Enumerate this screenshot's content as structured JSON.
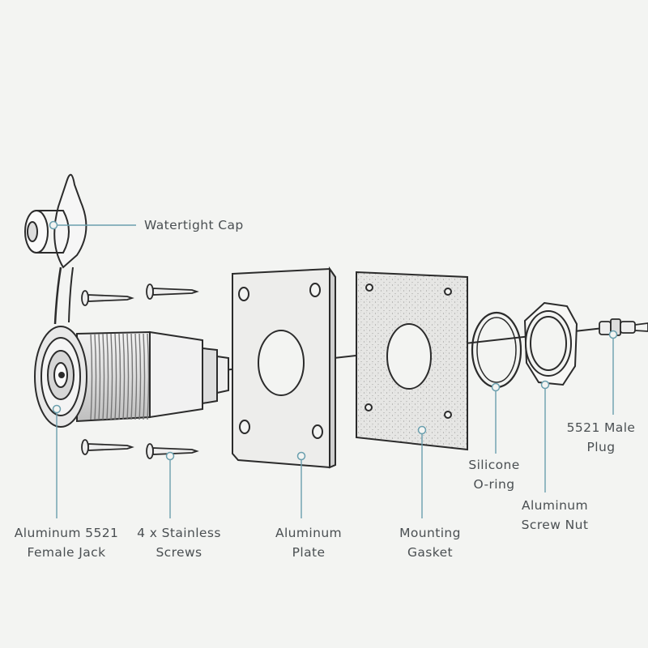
{
  "colors": {
    "line": "#2b2b2b",
    "leader": "#6a9fae",
    "text": "#4a4f52",
    "background": "#f3f4f2",
    "gasket": "#e6e6e4"
  },
  "labels": {
    "cap": "Watertight Cap",
    "jack": [
      "Aluminum 5521",
      "Female Jack"
    ],
    "screws": [
      "4 x Stainless",
      "Screws"
    ],
    "plate": [
      "Aluminum",
      "Plate"
    ],
    "gasket": [
      "Mounting",
      "Gasket"
    ],
    "oring": [
      "Silicone",
      "O-ring"
    ],
    "nut": [
      "Aluminum",
      "Screw Nut"
    ],
    "plug": [
      "5521 Male",
      "Plug"
    ]
  }
}
